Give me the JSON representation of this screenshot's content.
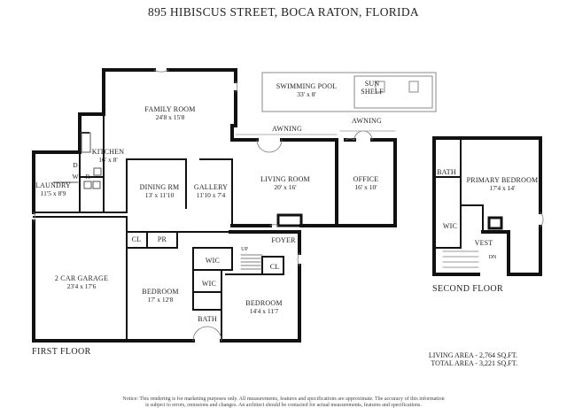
{
  "title": "895 HIBISCUS STREET, BOCA RATON, FLORIDA",
  "floors": {
    "first": "FIRST FLOOR",
    "second": "SECOND FLOOR"
  },
  "rooms": {
    "family_room": {
      "name": "FAMILY ROOM",
      "dim": "24'8 x 15'8"
    },
    "kitchen": {
      "name": "KITCHEN",
      "dim": "16' x 8'"
    },
    "laundry": {
      "name": "LAUNDRY",
      "dim": "11'5 x 8'9"
    },
    "dining": {
      "name": "DINING RM",
      "dim": "13' x 11'10"
    },
    "gallery": {
      "name": "GALLERY",
      "dim": "11'10 x 7'4"
    },
    "living": {
      "name": "LIVING ROOM",
      "dim": "20' x 16'"
    },
    "office": {
      "name": "OFFICE",
      "dim": "16' x 10'"
    },
    "garage": {
      "name": "2 CAR GARAGE",
      "dim": "23'4 x 17'6"
    },
    "bedroom1": {
      "name": "BEDROOM",
      "dim": "17' x 12'8"
    },
    "bedroom2": {
      "name": "BEDROOM",
      "dim": "14'4 x 11'7"
    },
    "primary": {
      "name": "PRIMARY BEDROOM",
      "dim": "17'4 x 14'"
    },
    "pool": {
      "name": "SWIMMING POOL",
      "dim": "33' x 8'"
    }
  },
  "labels": {
    "sun": "SUN",
    "shelf": "SHELF",
    "awning1": "AWNING",
    "awning2": "AWNING",
    "foyer": "FOYER",
    "cl1": "CL",
    "pr": "PR",
    "cl2": "CL",
    "wic1": "WIC",
    "wic2": "WIC",
    "bath1": "BATH",
    "bath2": "BATH",
    "wic3": "WIC",
    "vest": "VEST",
    "up": "UP",
    "dn": "DN",
    "d": "D",
    "w": "W",
    "r": "R"
  },
  "areas": {
    "living": "LIVING AREA - 2,764 SQ.FT.",
    "total": "TOTAL AREA - 3,221 SQ.FT."
  },
  "notice": {
    "line1": "Notice: This rendering is for marketing purposes only. All measurements, features and specifications are approximate. The accuracy of this information",
    "line2": "is subject to errors, omissions and changes. An architect should be contacted for actual measurements, features and specifications."
  }
}
